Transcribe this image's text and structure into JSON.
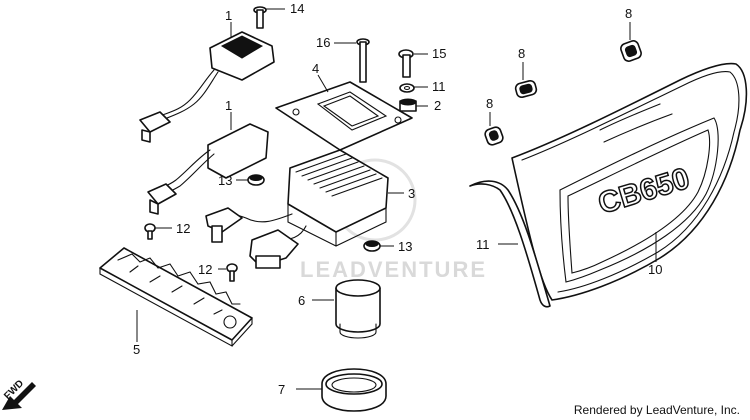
{
  "watermark": "LEADVENTURE",
  "credit": "Rendered by LeadVenture, Inc.",
  "direction_label": "FWD",
  "cover_logo": "CB650",
  "callouts": {
    "c1a": "1",
    "c1b": "1",
    "c2": "2",
    "c3": "3",
    "c4": "4",
    "c5": "5",
    "c6": "6",
    "c7": "7",
    "c8a": "8",
    "c8b": "8",
    "c8c": "8",
    "c10": "10",
    "c11a": "11",
    "c11b": "11",
    "c12a": "12",
    "c12b": "12",
    "c13a": "13",
    "c13b": "13",
    "c14": "14",
    "c15": "15",
    "c16": "16"
  }
}
